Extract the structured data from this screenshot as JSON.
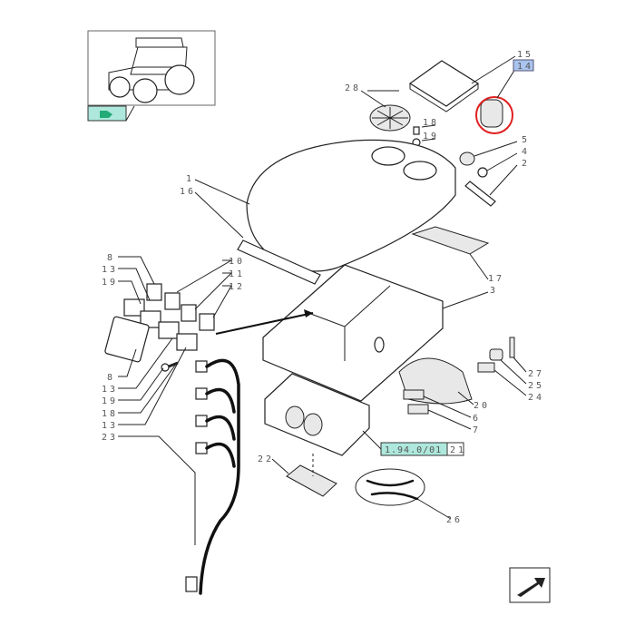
{
  "thumbnail": {
    "label": "tractor-overview"
  },
  "reference": {
    "code": "1.94.0/01",
    "item": "21",
    "color": "#aee8dc"
  },
  "highlight": {
    "item": "14",
    "color": "#a9c4ee",
    "circle_color": "#e02020"
  },
  "callouts": {
    "c15": "15",
    "c14": "14",
    "c28": "28",
    "c18a": "18",
    "c19a": "19",
    "c5": "5",
    "c4": "4",
    "c2": "2",
    "c1": "1",
    "c16": "16",
    "c17": "17",
    "c3": "3",
    "c8a": "8",
    "c13a": "13",
    "c19b": "19",
    "c10": "10",
    "c11": "11",
    "c12": "12",
    "c8b": "8",
    "c13b": "13",
    "c19c": "19",
    "c18b": "18",
    "c13c": "13",
    "c23": "23",
    "c27": "27",
    "c25": "25",
    "c24": "24",
    "c20": "20",
    "c6": "6",
    "c7": "7",
    "c22": "22",
    "c26": "26"
  }
}
